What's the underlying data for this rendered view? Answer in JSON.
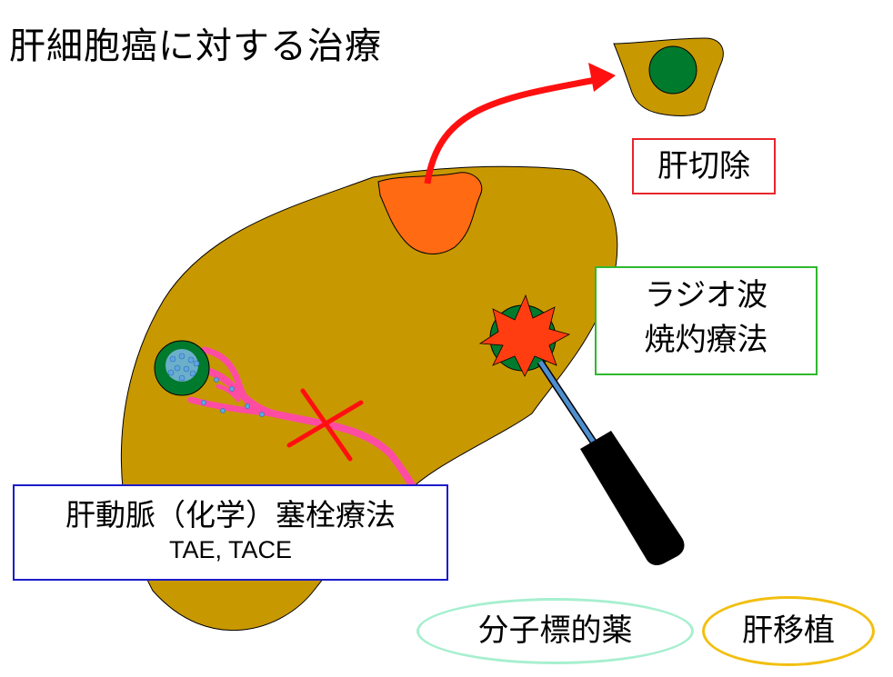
{
  "title": "肝細胞癌に対する治療",
  "treatments": {
    "resection": "肝切除",
    "rfa_line1": "ラジオ波",
    "rfa_line2": "焼灼療法",
    "tace_line1": "肝動脈（化学）塞栓療法",
    "tace_line2": "TAE, TACE",
    "molecular_drug": "分子標的薬",
    "transplant": "肝移植"
  },
  "colors": {
    "liver": "#c89800",
    "tumor_resected": "#ff6a13",
    "tumor_nucleus": "#007a2c",
    "artery": "#ff4ca3",
    "arrow": "#ff1010",
    "rfa_burn": "#ff3d10",
    "rfa_needle": "#4f8fd0",
    "resection_border": "#e8262b",
    "rfa_border": "#2eb82e",
    "tace_border": "#1c1ccd",
    "drug_border": "#a6efcf",
    "transplant_border": "#f2bf10"
  }
}
